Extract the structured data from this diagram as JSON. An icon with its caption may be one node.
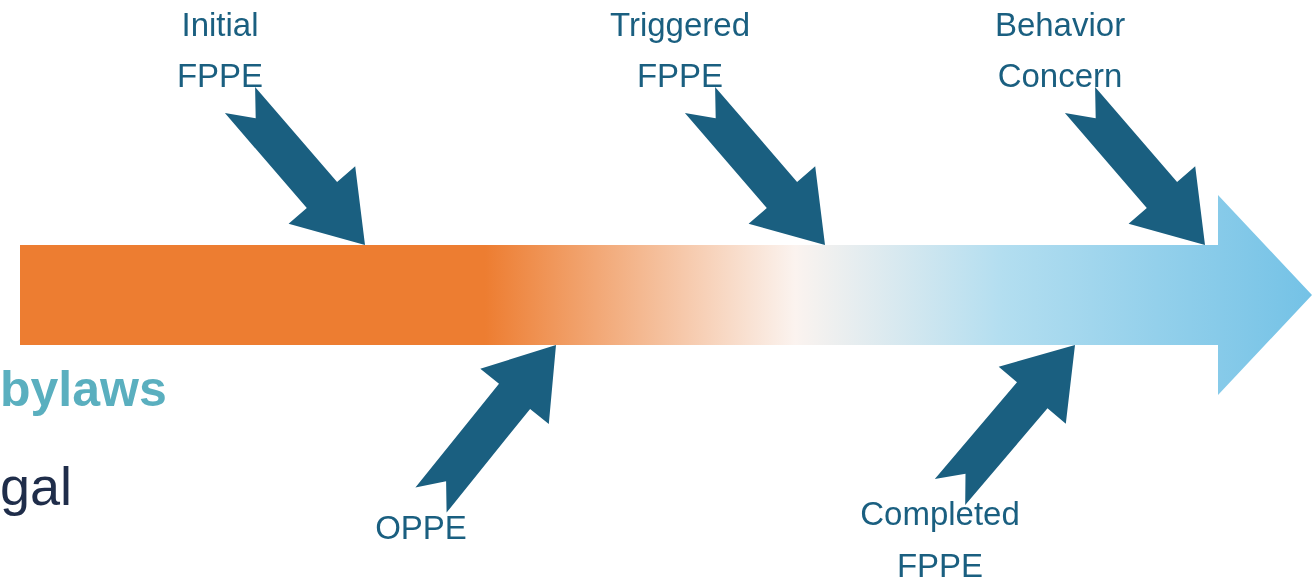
{
  "diagram": {
    "nodes": [
      {
        "text": [
          "Initial FPPE"
        ]
      },
      {
        "text": [
          "Triggered FPPE"
        ]
      },
      {
        "text": [
          "Behavior Concern"
        ]
      },
      {
        "text": [],
        "shape": "bar"
      },
      {
        "text": [
          "OPPE"
        ]
      },
      {
        "text": [
          "Completed FPPE"
        ]
      }
    ],
    "edges": [
      {
        "from": 0,
        "to": 3,
        "arrow": "to",
        "style": "thick"
      },
      {
        "from": 1,
        "to": 3,
        "arrow": "to",
        "style": "thick"
      },
      {
        "from": 2,
        "to": 3,
        "arrow": "to",
        "style": "thick"
      },
      {
        "from": 4,
        "to": 3,
        "arrow": "to",
        "style": "thick"
      },
      {
        "from": 5,
        "to": 3,
        "arrow": "to",
        "style": "thick"
      }
    ],
    "labels": [
      "bylaws",
      "gal"
    ]
  }
}
